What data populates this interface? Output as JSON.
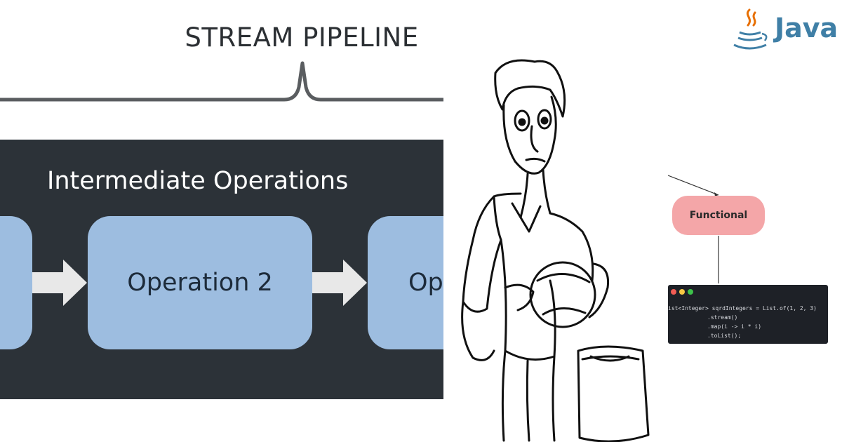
{
  "pipeline": {
    "title": "STREAM PIPELINE",
    "section_label": "Intermediate Operations",
    "operations": [
      "",
      "Operation 2",
      "Op"
    ]
  },
  "brand": {
    "name": "Java",
    "icon": "java-coffee-cup-icon",
    "color": "#3f7fa6"
  },
  "diagram": {
    "node_label": "Functional",
    "node_color": "#f4a6a8"
  },
  "code": {
    "lines": [
      "ist<Integer> sqrdIntegers = List.of(1, 2, 3)",
      ".stream()",
      ".map(i -> i * i)",
      ".toList();"
    ]
  },
  "colors": {
    "dark_panel": "#2c3238",
    "operation_box": "#9dbde0",
    "arrow": "#e8e8e8"
  }
}
